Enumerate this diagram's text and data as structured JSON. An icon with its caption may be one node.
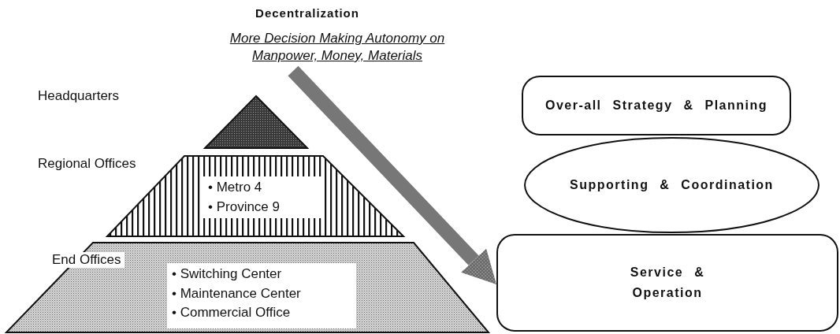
{
  "diagram": {
    "title": "Decentralization",
    "nodes": [
      {
        "text": [
          "Headquarters"
        ]
      },
      {
        "text": [
          "Regional Offices",
          "• Metro 4",
          "• Province 9"
        ]
      },
      {
        "text": [
          "End Offices",
          "• Switching Center",
          "• Maintenance Center",
          "• Commercial Office"
        ]
      },
      {
        "text": [
          "Over-all Strategy & Planning"
        ]
      },
      {
        "text": [
          "Supporting & Coordination"
        ]
      },
      {
        "text": [
          "Service & Operation"
        ]
      }
    ],
    "edges": [
      {
        "from": null,
        "to": 5,
        "arrow": "to"
      }
    ],
    "labels": [
      "More Decision Making Autonomy on Manpower, Money, Materials"
    ]
  }
}
